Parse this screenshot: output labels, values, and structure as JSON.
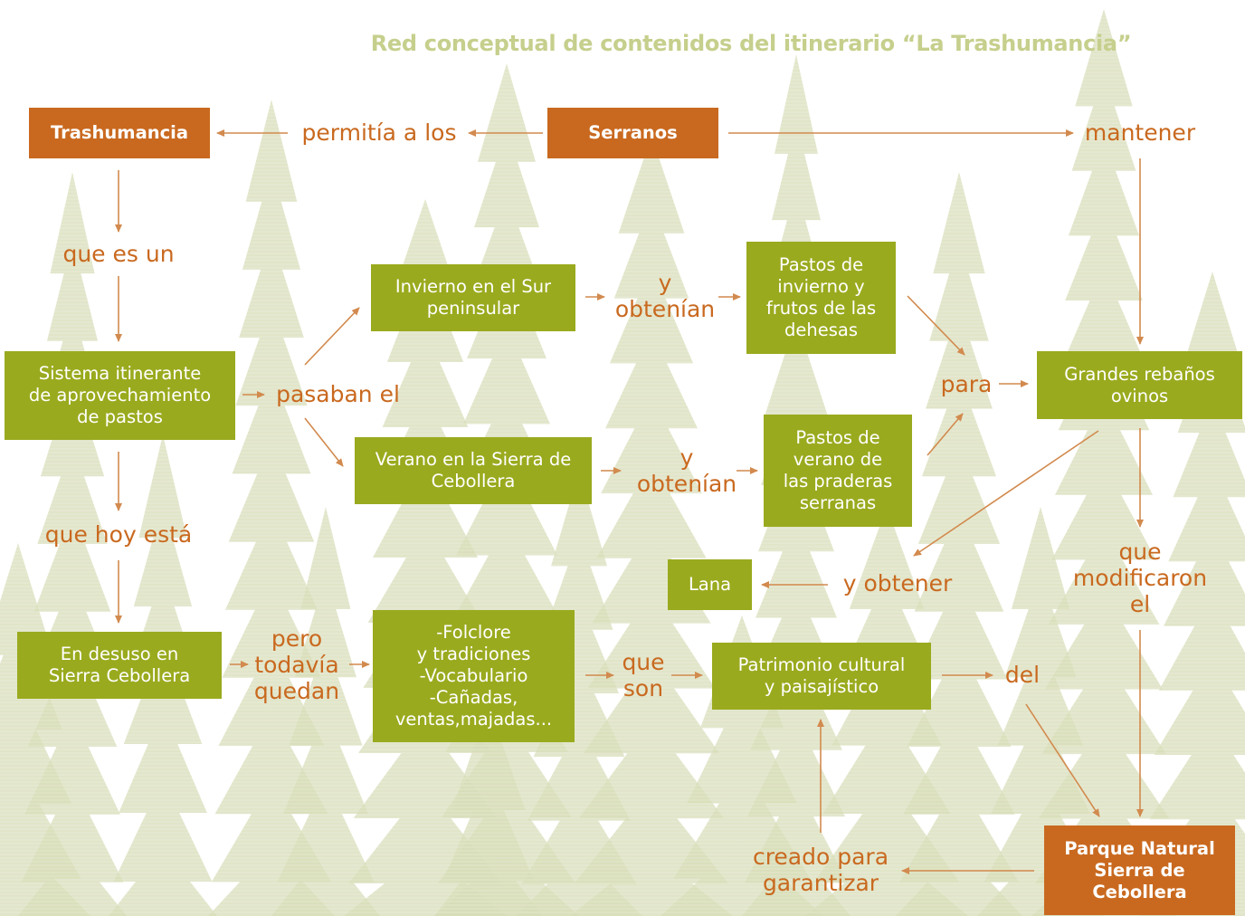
{
  "title": "Red conceptual de contenidos del itinerario “La Trashumancia”",
  "colors": {
    "box_green": "#9aaa1e",
    "box_orange": "#c9691f",
    "label_orange": "#c9691f",
    "arrow": "#d28a4e",
    "tree_fill": "#d8ddb8",
    "title_color": "#c6cf8c"
  },
  "nodes": {
    "trashumancia": "Trashumancia",
    "serranos": "Serranos",
    "sistema": "Sistema itinerante\nde aprovechamiento\nde pastos",
    "invierno": "Invierno en el Sur\npeninsular",
    "pastos_invierno": "Pastos de\ninvierno y\nfrutos de las\ndehesas",
    "verano": "Verano en la Sierra de\nCebollera",
    "pastos_verano": "Pastos de\nverano de\nlas praderas\nserranas",
    "grandes_rebanos": "Grandes rebaños\novinos",
    "lana": "Lana",
    "en_desuso": "En desuso en\nSierra Cebollera",
    "folclore": "-Folclore\ny tradiciones\n-Vocabulario\n-Cañadas,\nventas,majadas...",
    "patrimonio": "Patrimonio cultural\ny paisajístico",
    "parque": "Parque Natural\nSierra de\nCebollera"
  },
  "links": {
    "permitia": "permitía a los",
    "mantener": "mantener",
    "que_es_un": "que es un",
    "pasaban": "pasaban el",
    "y_obtenian_1": "y\nobtenían",
    "y_obtenian_2": "y\nobtenían",
    "para": "para",
    "que_hoy": "que hoy está",
    "y_obtener": "y obtener",
    "que_modificaron": "que\nmodificaron\nel",
    "pero": "pero\ntodavía\nquedan",
    "que_son": "que\nson",
    "del": "del",
    "creado": "creado para\ngarantizar"
  }
}
